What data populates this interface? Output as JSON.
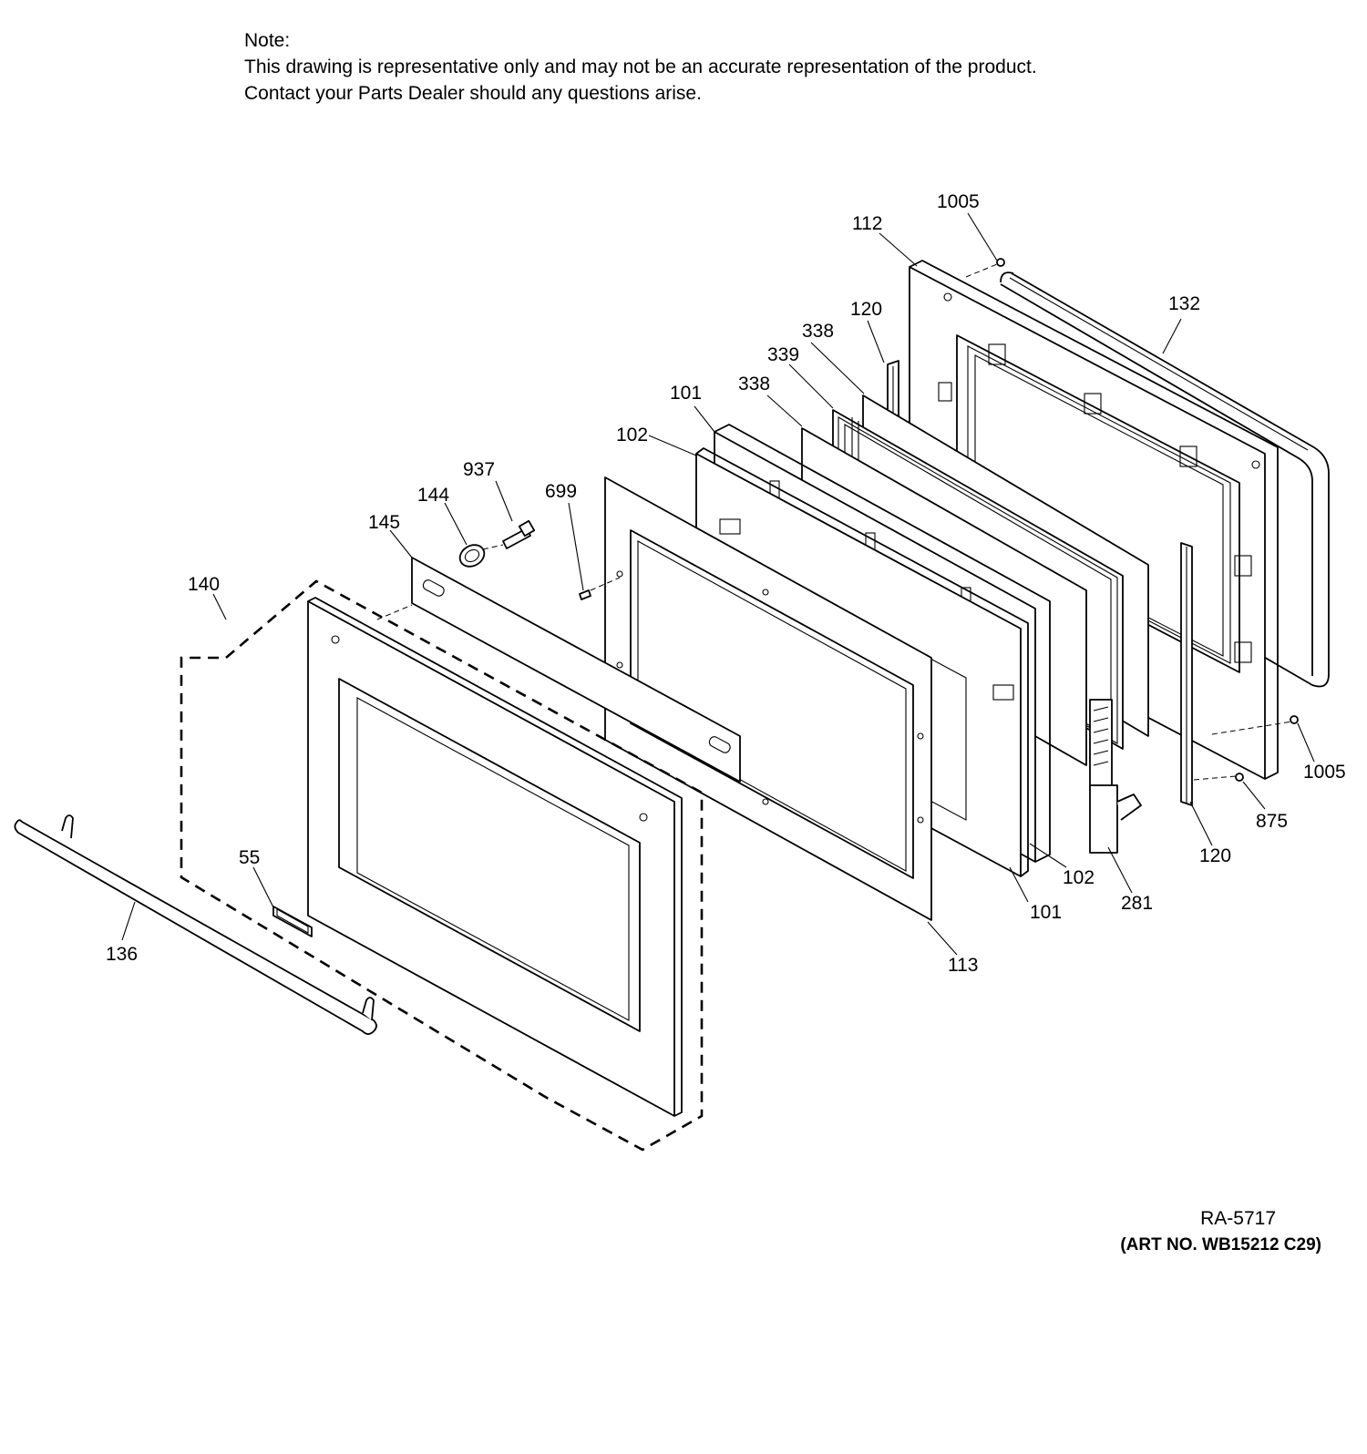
{
  "note": {
    "heading": "Note:",
    "line1": "This drawing is representative only and may not be an accurate representation of the product.",
    "line2": "Contact your Parts Dealer should any questions arise."
  },
  "callouts": {
    "c1005_top": "1005",
    "c112": "112",
    "c132": "132",
    "c120_top": "120",
    "c338_top": "338",
    "c339": "339",
    "c338_mid": "338",
    "c101_top": "101",
    "c102_top": "102",
    "c937": "937",
    "c144": "144",
    "c699": "699",
    "c145": "145",
    "c140": "140",
    "c55": "55",
    "c136": "136",
    "c113": "113",
    "c101_bot": "101",
    "c102_bot": "102",
    "c281": "281",
    "c120_bot": "120",
    "c875": "875",
    "c1005_right": "1005"
  },
  "art": {
    "ra": "RA-5717",
    "art_no": "(ART NO. WB15212 C29)"
  }
}
